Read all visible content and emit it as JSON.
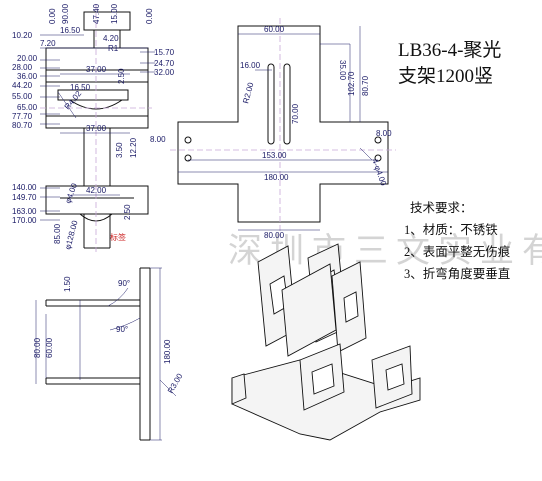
{
  "title": {
    "line1": "LB36-4-聚光",
    "line2": "支架1200竖"
  },
  "requirements": {
    "heading": "技术要求：",
    "items": [
      "1、材质：不锈铁",
      "2、表面平整无伤痕",
      "3、折弯角度要垂直"
    ]
  },
  "watermark": "深圳市三文实业有限公司",
  "stamp_text": "标签",
  "colors": {
    "line": "#111111",
    "dimension": "#1a1a66",
    "centerline": "#c8a8d8",
    "watermark": "#d4d4d4"
  },
  "front_view": {
    "top_dims": [
      "0.00",
      "90.00",
      "47.40",
      "15.00",
      "0.00"
    ],
    "top_inner": [
      "16.50",
      "4.20"
    ],
    "angle_label": "R1",
    "left_dims": [
      "10.20",
      "20.00",
      "28.00",
      "36.00",
      "44.20",
      "55.00",
      "65.00",
      "77.70",
      "80.70"
    ],
    "right_dims": [
      "15.70",
      "24.70",
      "32.00"
    ],
    "width_mid": "37.00",
    "slot_a": "2.50",
    "inner_a": "16.50",
    "radius_label": "R4.02",
    "width_low": "37.00",
    "vert_a": "3.50",
    "vert_b": "12.20",
    "lower_dims": [
      "140.00",
      "149.70",
      "163.00",
      "170.00"
    ],
    "lower_width": "42.00",
    "lower_circle": "φ4.00",
    "lower_slot": "2.50",
    "bottom_dim_a": "85.00",
    "bottom_dim_b": "φ128.00"
  },
  "side_view": {
    "top_dim": "1.50",
    "angle1": "90°",
    "angle2": "90°",
    "height_a": "80.00",
    "height_b": "60.00",
    "overall": "180.00",
    "radius": "R3.00"
  },
  "flat_view": {
    "top_width": "60.00",
    "slot_offset": "16.00",
    "radius": "R2.00",
    "height_a": "35.00",
    "height_b": "102.70",
    "height_c": "80.70",
    "slot_len": "70.00",
    "side_dim_left": "8.00",
    "side_dim_right": "8.00",
    "hole_span": "153.00",
    "hole_dia": "4-φ4.00",
    "overall_width": "180.00",
    "bottom_width": "80.00"
  }
}
